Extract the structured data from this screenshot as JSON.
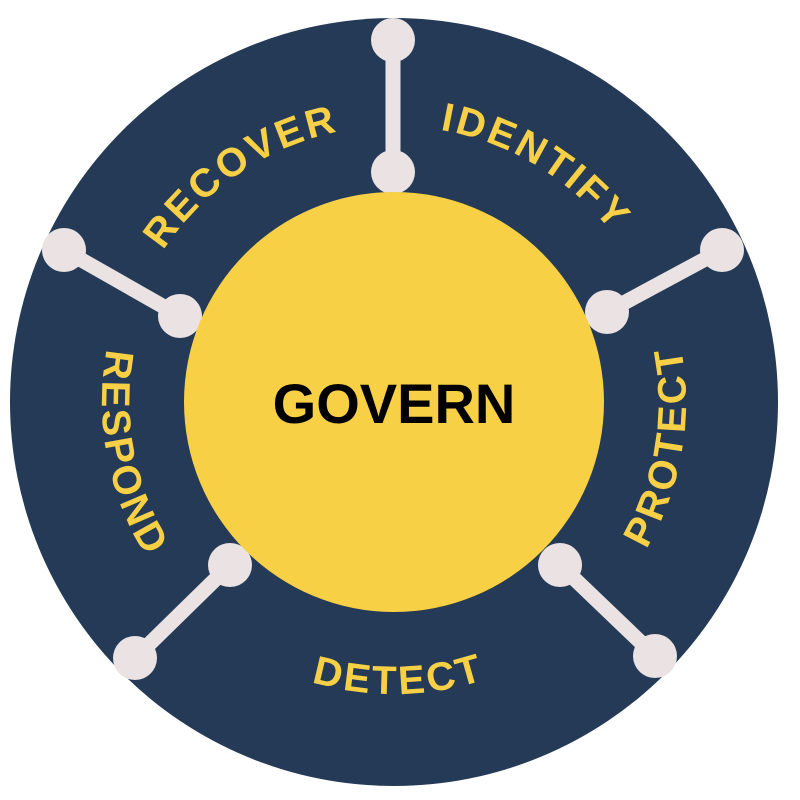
{
  "center_label": "GOVERN",
  "functions": [
    {
      "label": "IDENTIFY"
    },
    {
      "label": "PROTECT"
    },
    {
      "label": "DETECT"
    },
    {
      "label": "RESPOND"
    },
    {
      "label": "RECOVER"
    }
  ],
  "colors": {
    "ring": "#243a56",
    "core": "#f8d046",
    "label": "#f8d046",
    "center_text": "#000000",
    "connector": "#ebe3e3"
  }
}
